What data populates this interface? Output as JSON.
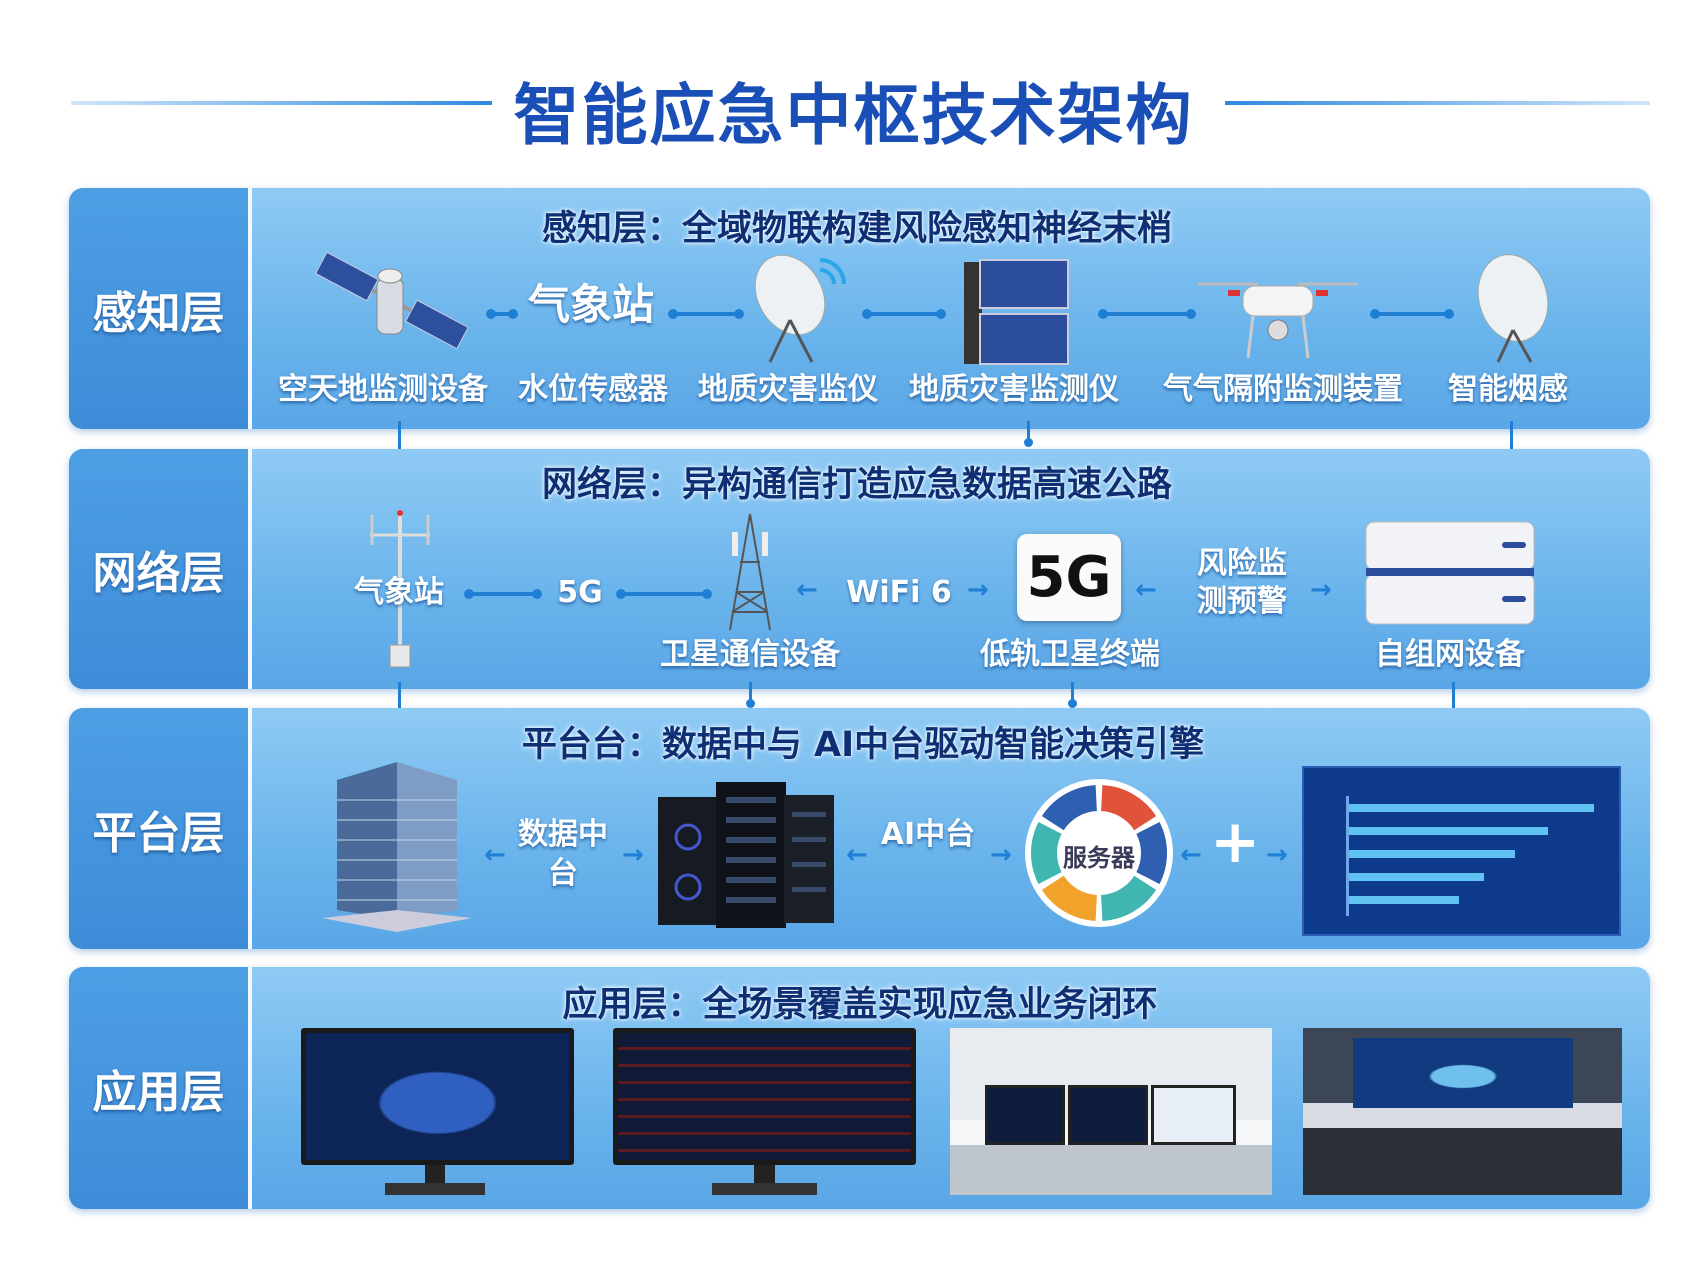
{
  "title": "智能应急中枢技术架构",
  "layers": [
    {
      "side_label": "感知层",
      "header": "感知层：全域物联构建风险感知神经末梢",
      "floating_text": "气象站",
      "devices": [
        "空天地监测设备",
        "水位传感器",
        "地质灾害监仪",
        "地质灾害监测仪",
        "气气隔附监测装置",
        "智能烟感"
      ],
      "icons": [
        "satellite-icon",
        "satellite-dish-wifi-icon",
        "solar-panel-cabinet-icon",
        "drone-icon",
        "satellite-dish-icon"
      ]
    },
    {
      "side_label": "网络层",
      "header": "网络层：异构通信打造应急数据高速公路",
      "station_label": "气象站",
      "link_5g": "5G",
      "link_wifi": "WiFi 6",
      "badge_5g": "5G",
      "risk_label": "风险监测预警",
      "devices": [
        "卫星通信设备",
        "低轨卫星终端",
        "自组网设备"
      ],
      "icons": [
        "antenna-mast-icon",
        "cell-tower-icon",
        "5g-badge-icon",
        "network-device-icon"
      ]
    },
    {
      "side_label": "平台层",
      "header": "平台台：数据中与 AI中台驱动智能决策引擎",
      "data_platform": "数据中台",
      "ai_platform": "AI中台",
      "server_label": "服务器",
      "plus": "+",
      "ring_colors": [
        "#e0523a",
        "#2f5fb0",
        "#3fb7b0",
        "#f0a22a",
        "#3fb7b0",
        "#2f5fb0"
      ],
      "mini_chart_bar_fractions": [
        0.96,
        0.78,
        0.65,
        0.53,
        0.43
      ],
      "icons": [
        "office-building-icon",
        "server-rack-icon",
        "server-ring-icon",
        "bar-chart-panel-icon"
      ]
    },
    {
      "side_label": "应用层",
      "header": "应用层：全场景覆盖实现应急业务闭环",
      "screens": [
        "map-dashboard-monitor",
        "alert-list-monitor",
        "control-room-desk",
        "command-center-wall"
      ]
    }
  ],
  "colors": {
    "title": "#1a4fb8",
    "header": "#0f2f74",
    "connector": "#1f7fd4",
    "panel": "#6ab4ec"
  }
}
